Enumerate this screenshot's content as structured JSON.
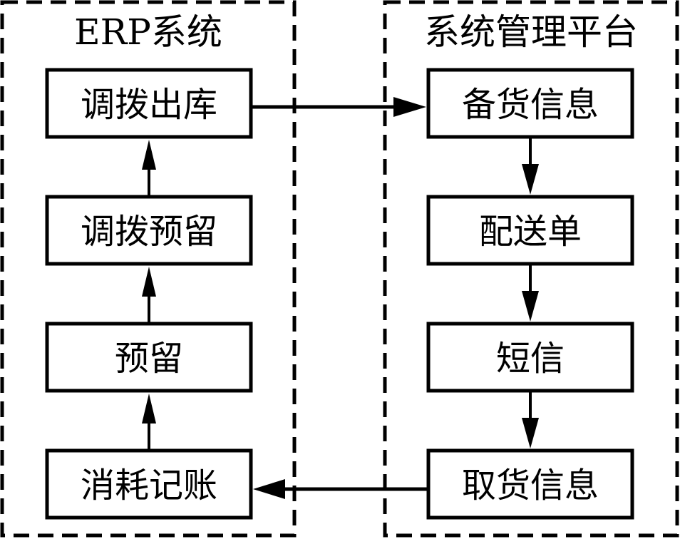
{
  "colors": {
    "stroke": "#000000",
    "background": "#ffffff",
    "text": "#000000"
  },
  "groups": [
    {
      "id": "erp",
      "title": "ERP系统"
    },
    {
      "id": "platform",
      "title": "系统管理平台"
    }
  ],
  "nodes": [
    {
      "id": "n1",
      "group": "erp",
      "label": "调拨出库"
    },
    {
      "id": "n2",
      "group": "erp",
      "label": "调拨预留"
    },
    {
      "id": "n3",
      "group": "erp",
      "label": "预留"
    },
    {
      "id": "n4",
      "group": "erp",
      "label": "消耗记账"
    },
    {
      "id": "m1",
      "group": "platform",
      "label": "备货信息"
    },
    {
      "id": "m2",
      "group": "platform",
      "label": "配送单"
    },
    {
      "id": "m3",
      "group": "platform",
      "label": "短信"
    },
    {
      "id": "m4",
      "group": "platform",
      "label": "取货信息"
    }
  ],
  "edges": [
    {
      "from": "n4",
      "to": "n3"
    },
    {
      "from": "n3",
      "to": "n2"
    },
    {
      "from": "n2",
      "to": "n1"
    },
    {
      "from": "n1",
      "to": "m1"
    },
    {
      "from": "m1",
      "to": "m2"
    },
    {
      "from": "m2",
      "to": "m3"
    },
    {
      "from": "m3",
      "to": "m4"
    },
    {
      "from": "m4",
      "to": "n4"
    }
  ]
}
